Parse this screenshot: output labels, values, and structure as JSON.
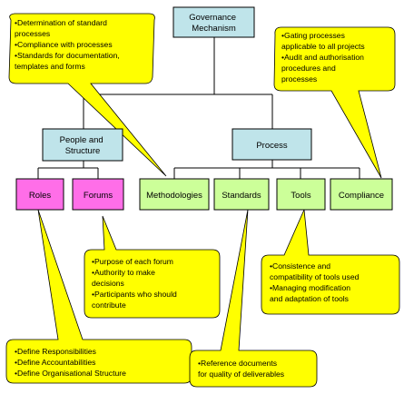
{
  "nodes": {
    "governance": {
      "lines": [
        "Governance",
        "Mechanism"
      ],
      "fill": "#bfe4ea"
    },
    "people_structure": {
      "lines": [
        "People and",
        "Structure"
      ],
      "fill": "#bfe4ea"
    },
    "process": {
      "lines": [
        "Process"
      ],
      "fill": "#bfe4ea"
    },
    "roles": {
      "lines": [
        "Roles"
      ],
      "fill": "#ff6ee8"
    },
    "forums": {
      "lines": [
        "Forums"
      ],
      "fill": "#ff6ee8"
    },
    "methodologies": {
      "lines": [
        "Methodologies"
      ],
      "fill": "#ccff99"
    },
    "standards": {
      "lines": [
        "Standards"
      ],
      "fill": "#ccff99"
    },
    "tools": {
      "lines": [
        "Tools"
      ],
      "fill": "#ccff99"
    },
    "compliance": {
      "lines": [
        "Compliance"
      ],
      "fill": "#ccff99"
    }
  },
  "callouts": {
    "governance_left": [
      "•Determination of standard",
      "processes",
      "•Compliance with processes",
      "•Standards for documentation,",
      "templates and forms"
    ],
    "gating": [
      "•Gating processes",
      "applicable to all projects",
      "•Audit and authorisation",
      "procedures and",
      "processes"
    ],
    "forums": [
      "•Purpose of each forum",
      "•Authority to make",
      "decisions",
      "•Participants who should",
      "contribute"
    ],
    "tools": [
      "•Consistence and",
      "compatibility of tools used",
      "•Managing modification",
      "and adaptation of tools"
    ],
    "roles": [
      "•Define Responsibilities",
      "•Define Accountabilities",
      "•Define Organisational Structure"
    ],
    "standards": [
      "•Reference documents",
      "for quality of deliverables"
    ]
  },
  "colors": {
    "callout_fill": "#ffff00",
    "blue_box": "#bfe4ea",
    "pink_box": "#ff6ee8",
    "green_box": "#ccff99"
  }
}
